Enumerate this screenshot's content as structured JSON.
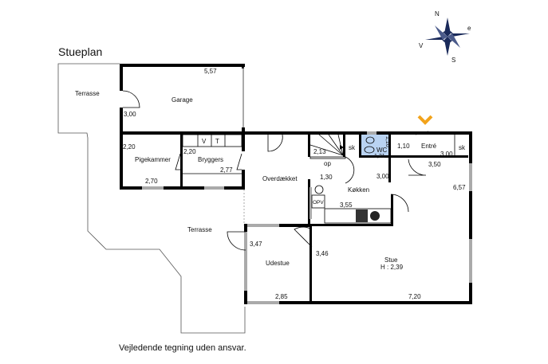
{
  "title": "Stueplan",
  "footer": "Vejledende tegning uden ansvar.",
  "compass": {
    "n": "N",
    "e": "e",
    "v": "V",
    "s": "S"
  },
  "colors": {
    "wc_fill": "#b9d3f2",
    "entrance_marker": "#f2a31b"
  },
  "rooms": {
    "terrasse_top": "Terrasse",
    "garage": "Garage",
    "pigekammer": "Pigekammer",
    "bryggers": "Bryggers",
    "overdaekket": "Overdækket",
    "terrasse_bottom": "Terrasse",
    "koekken": "Køkken",
    "wc": "WC",
    "entre": "Entré",
    "sk1": "sk",
    "sk2": "sk",
    "udestue": "Udestue",
    "stue": "Stue",
    "stue_height": "H : 2,39",
    "op": "op",
    "opv": "OPV",
    "v": "V",
    "t": "T"
  },
  "dimensions": {
    "garage_w": "5,57",
    "garage_h": "3,00",
    "pige_h": "2,20",
    "pige_w": "2,70",
    "bryg_h": "2,20",
    "bryg_w": "2,77",
    "stair": "2,13",
    "hall": "1,30",
    "wc_w": "1,31",
    "wc_h": "1,10",
    "entre_h": "1,10",
    "entre_w": "3,00",
    "k_h": "3,00",
    "k_w": "3,55",
    "e2": "3,50",
    "stue_h": "6,57",
    "ude_h": "3,47",
    "ude_w": "2,85",
    "stue_h2": "3,46",
    "stue_w": "7,20"
  }
}
